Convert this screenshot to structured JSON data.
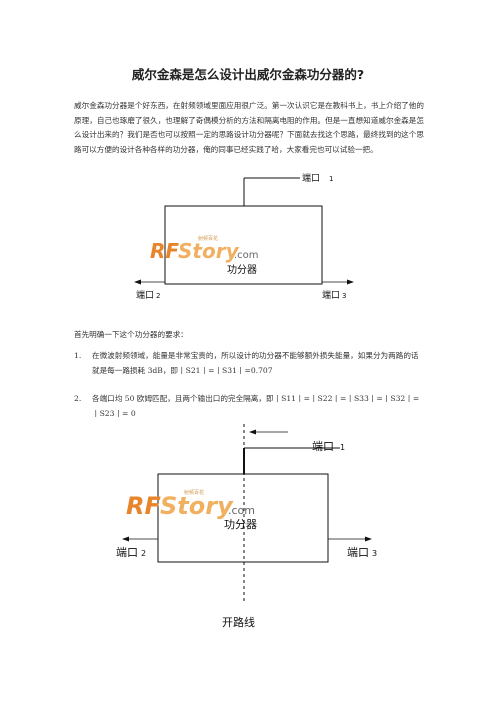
{
  "title": "威尔金森是怎么设计出威尔金森功分器的?",
  "paragraph": "威尔金森功分器是个好东西，在射频领域里面应用很广泛。第一次认识它是在教科书上，书上介绍了他的原理，自己也琢磨了很久，也理解了奇偶模分析的方法和隔离电阻的作用。但是一直想知道威尔金森是怎么设计出来的？我们是否也可以按照一定的思路设计功分器呢？下面就去找这个思路，最终找到的这个思路可以方便的设计各种各样的功分器，俺的同事已经实践了哈，大家看完也可以试验一把。",
  "intro": "首先明确一下这个功分器的要求：",
  "requirements": [
    {
      "num": "1.",
      "text": "在微波射频领域，能量是非常宝贵的，所以设计的功分器不能够额外损失能量，如果分为两路的话就是每一路损耗 3dB，即丨S21丨=丨S31丨=0.707"
    },
    {
      "num": "2.",
      "text": "各端口均 50 欧姆匹配，且两个输出口的完全隔离，即丨S11丨=丨S22丨=丨S33丨=丨S32丨=丨S23丨= 0"
    }
  ],
  "diagram1": {
    "port1": "端口",
    "port1_num": "1",
    "port2": "端口",
    "port2_num": "2",
    "port3": "端口",
    "port3_num": "3",
    "box_label": "功分器",
    "watermark": {
      "rf": "RF",
      "story": "Story",
      "com": ".com",
      "cn": "射频百花"
    }
  },
  "diagram2": {
    "port1": "端口",
    "port1_num": "1",
    "port2": "端口",
    "port2_num": "2",
    "port3": "端口",
    "port3_num": "3",
    "box_label": "功分器",
    "open_line": "开路线",
    "watermark": {
      "rf": "RF",
      "story": "Story",
      "com": ".com",
      "cn": "射频百花"
    }
  }
}
